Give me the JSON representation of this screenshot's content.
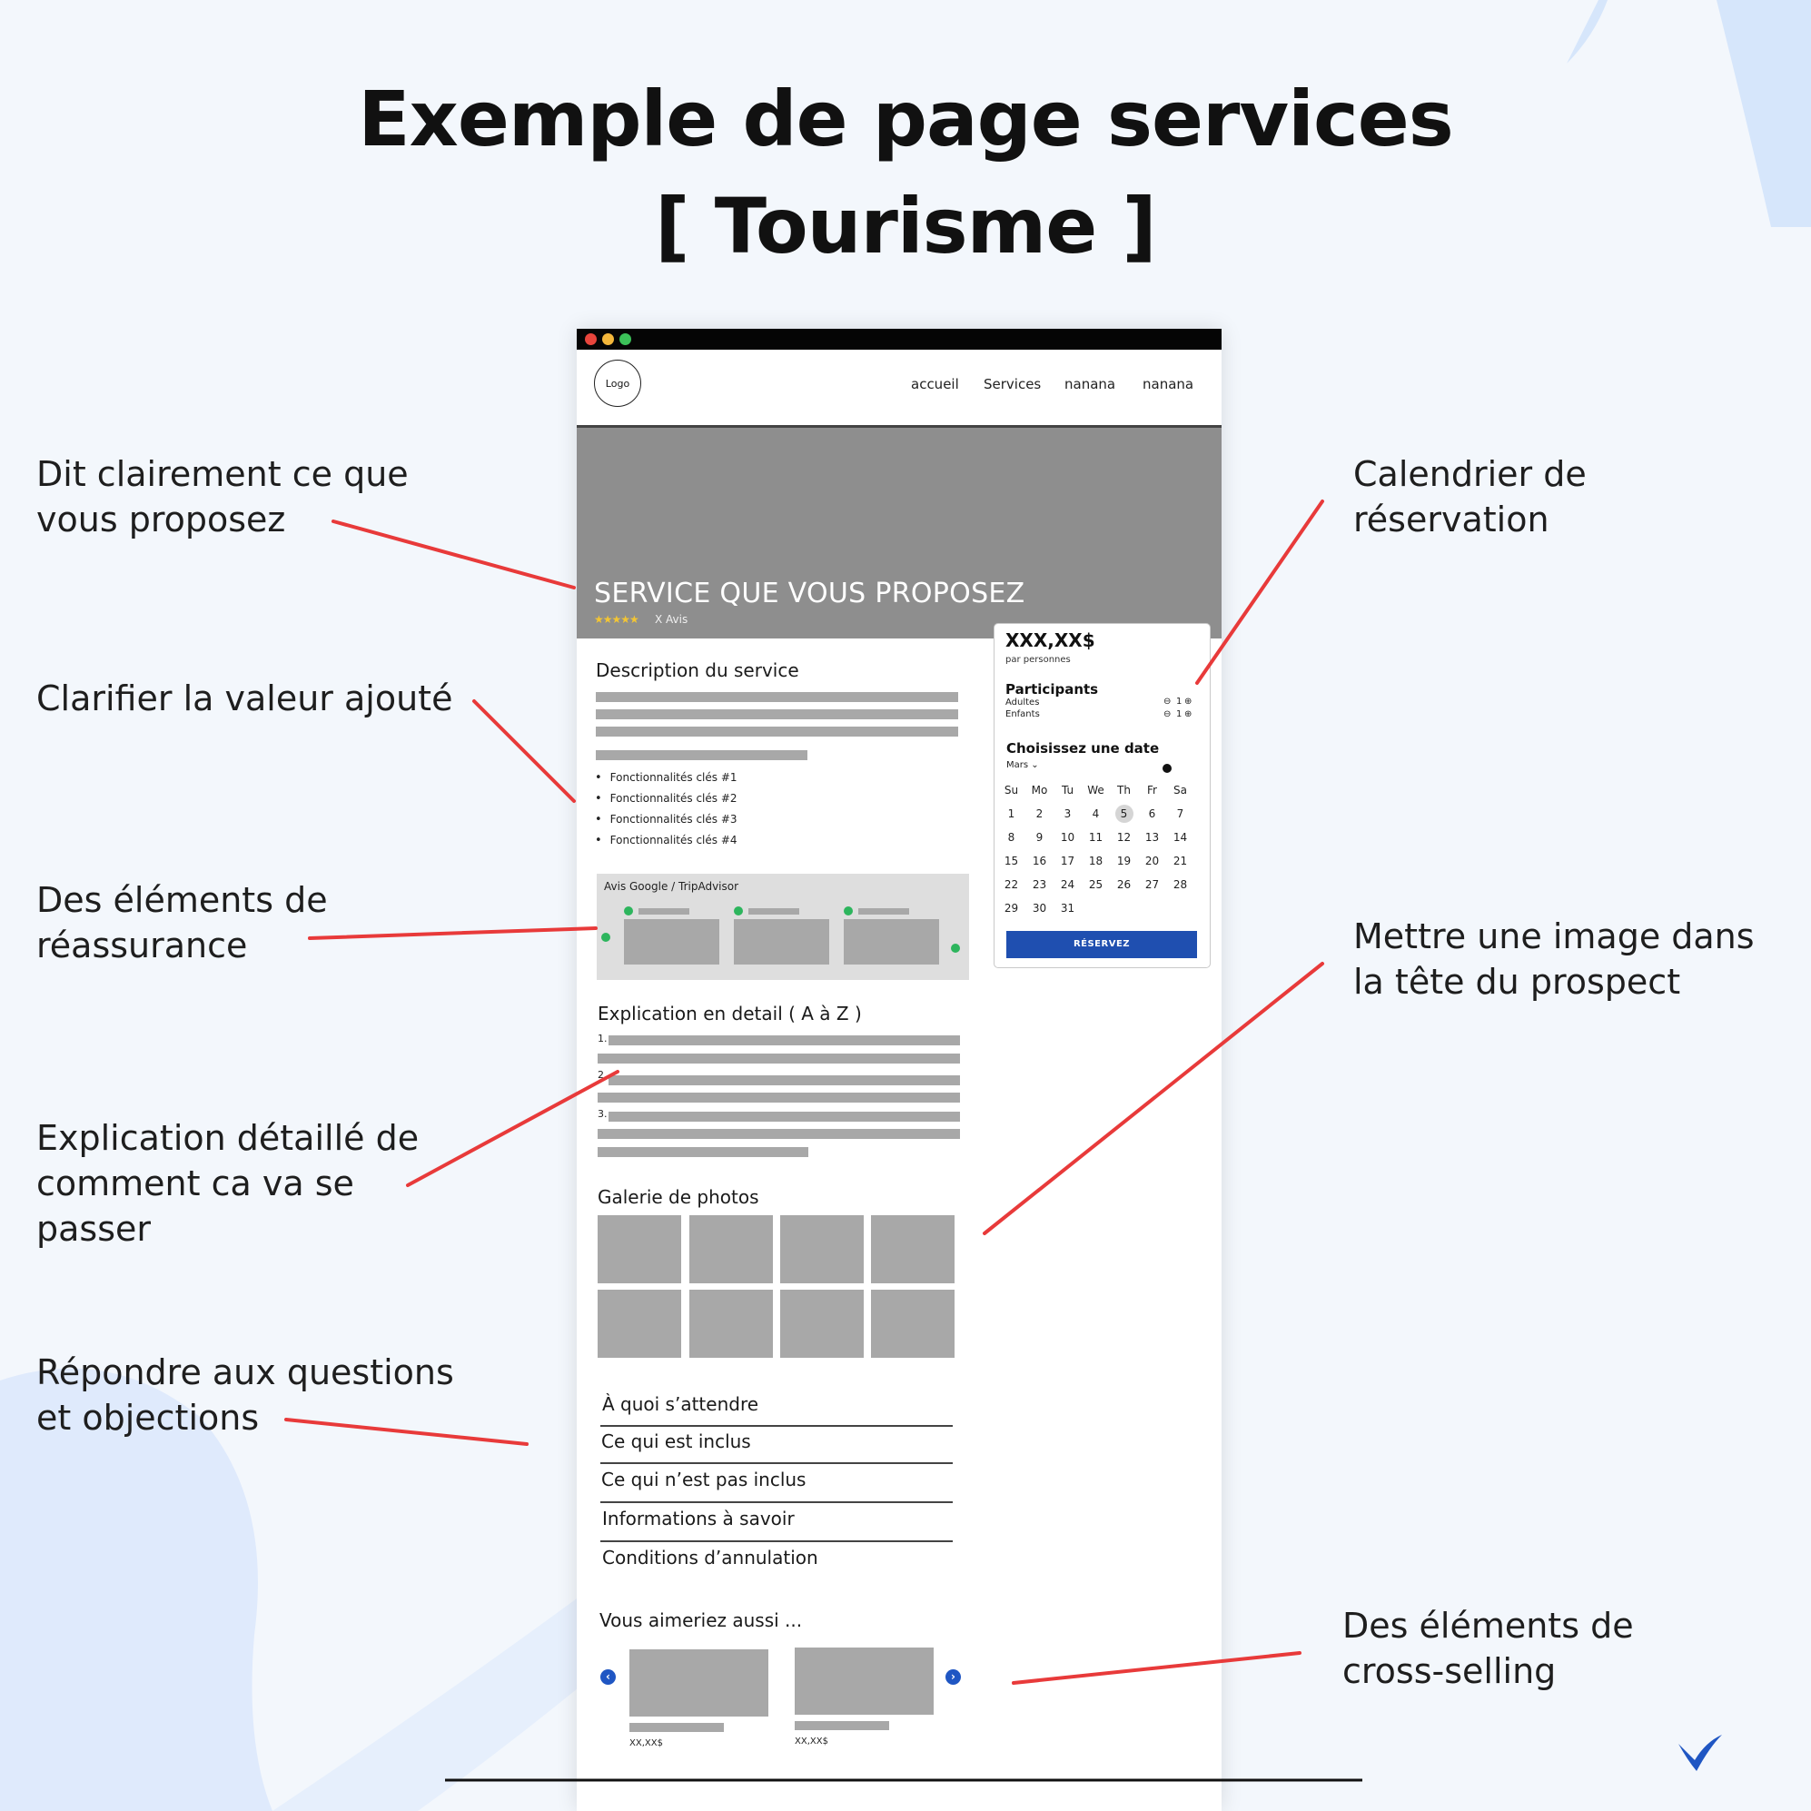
{
  "title": {
    "line1": "Exemple de page services",
    "line2": "[ Tourisme ]"
  },
  "annotations": {
    "left": [
      {
        "l1": "Dit clairement ce que",
        "l2": "vous proposez"
      },
      {
        "l1": "Clarifier la valeur ajouté"
      },
      {
        "l1": "Des éléments de",
        "l2": "réassurance"
      },
      {
        "l1": "Explication détaillé de",
        "l2": "comment ca va se",
        "l3": "passer"
      },
      {
        "l1": "Répondre aux questions",
        "l2": "et objections"
      }
    ],
    "right": [
      {
        "l1": "Calendrier de",
        "l2": "réservation"
      },
      {
        "l1": "Mettre une image dans",
        "l2": "la tête du prospect"
      },
      {
        "l1": "Des éléments de",
        "l2": "cross-selling"
      }
    ]
  },
  "colors": {
    "background": "#f3f7fc",
    "annotation_line": "#e83a3a",
    "button_blue": "#1f4fb0",
    "placeholder_gray": "#a8a8a8",
    "hero_gray": "#8e8e8e",
    "review_green": "#2db55d",
    "star_yellow": "#f3c534"
  },
  "mockup": {
    "window_dots": [
      "#e8453c",
      "#f4b73b",
      "#3cc159"
    ],
    "logo": "Logo",
    "nav": [
      "accueil",
      "Services",
      "nanana",
      "nanana"
    ],
    "hero": {
      "title": "SERVICE QUE VOUS PROPOSEZ",
      "stars": "★★★★★",
      "rating": 5,
      "reviews": "X Avis"
    },
    "description": {
      "heading": "Description du service",
      "features": [
        "Fonctionnalités clés #1",
        "Fonctionnalités clés #2",
        "Fonctionnalités clés #3",
        "Fonctionnalités clés #4"
      ]
    },
    "reviews": {
      "label": "Avis Google / TripAdvisor"
    },
    "detail": {
      "heading": "Explication en detail ( A à Z )",
      "steps": [
        "1.",
        "2.",
        "3."
      ]
    },
    "gallery": {
      "heading": "Galerie de photos"
    },
    "faq": [
      "À quoi s’attendre",
      "Ce qui est inclus",
      "Ce qui n’est pas inclus",
      "Informations à savoir",
      "Conditions d’annulation"
    ],
    "cross_sell": {
      "heading": "Vous aimeriez aussi ...",
      "prices": [
        "XX,XX$",
        "XX,XX$"
      ],
      "prev_icon": "‹",
      "next_icon": "›"
    },
    "booking": {
      "price": "XXX,XX$",
      "per": "par personnes",
      "participants_label": "Participants",
      "adults": "Adultes",
      "children": "Enfants",
      "adults_count": "1",
      "children_count": "1",
      "minus": "⊖",
      "plus": "⊕",
      "date_label": "Choisissez une date",
      "month": "Mars",
      "weekdays": [
        "Su",
        "Mo",
        "Tu",
        "We",
        "Th",
        "Fr",
        "Sa"
      ],
      "weeks": [
        [
          "1",
          "2",
          "3",
          "4",
          "5",
          "6",
          "7"
        ],
        [
          "8",
          "9",
          "10",
          "11",
          "12",
          "13",
          "14"
        ],
        [
          "15",
          "16",
          "17",
          "18",
          "19",
          "20",
          "21"
        ],
        [
          "22",
          "23",
          "24",
          "25",
          "26",
          "27",
          "28"
        ],
        [
          "29",
          "30",
          "31",
          "",
          "",
          "",
          ""
        ]
      ],
      "selected_day": "5",
      "button": "RÉSERVEZ"
    }
  }
}
